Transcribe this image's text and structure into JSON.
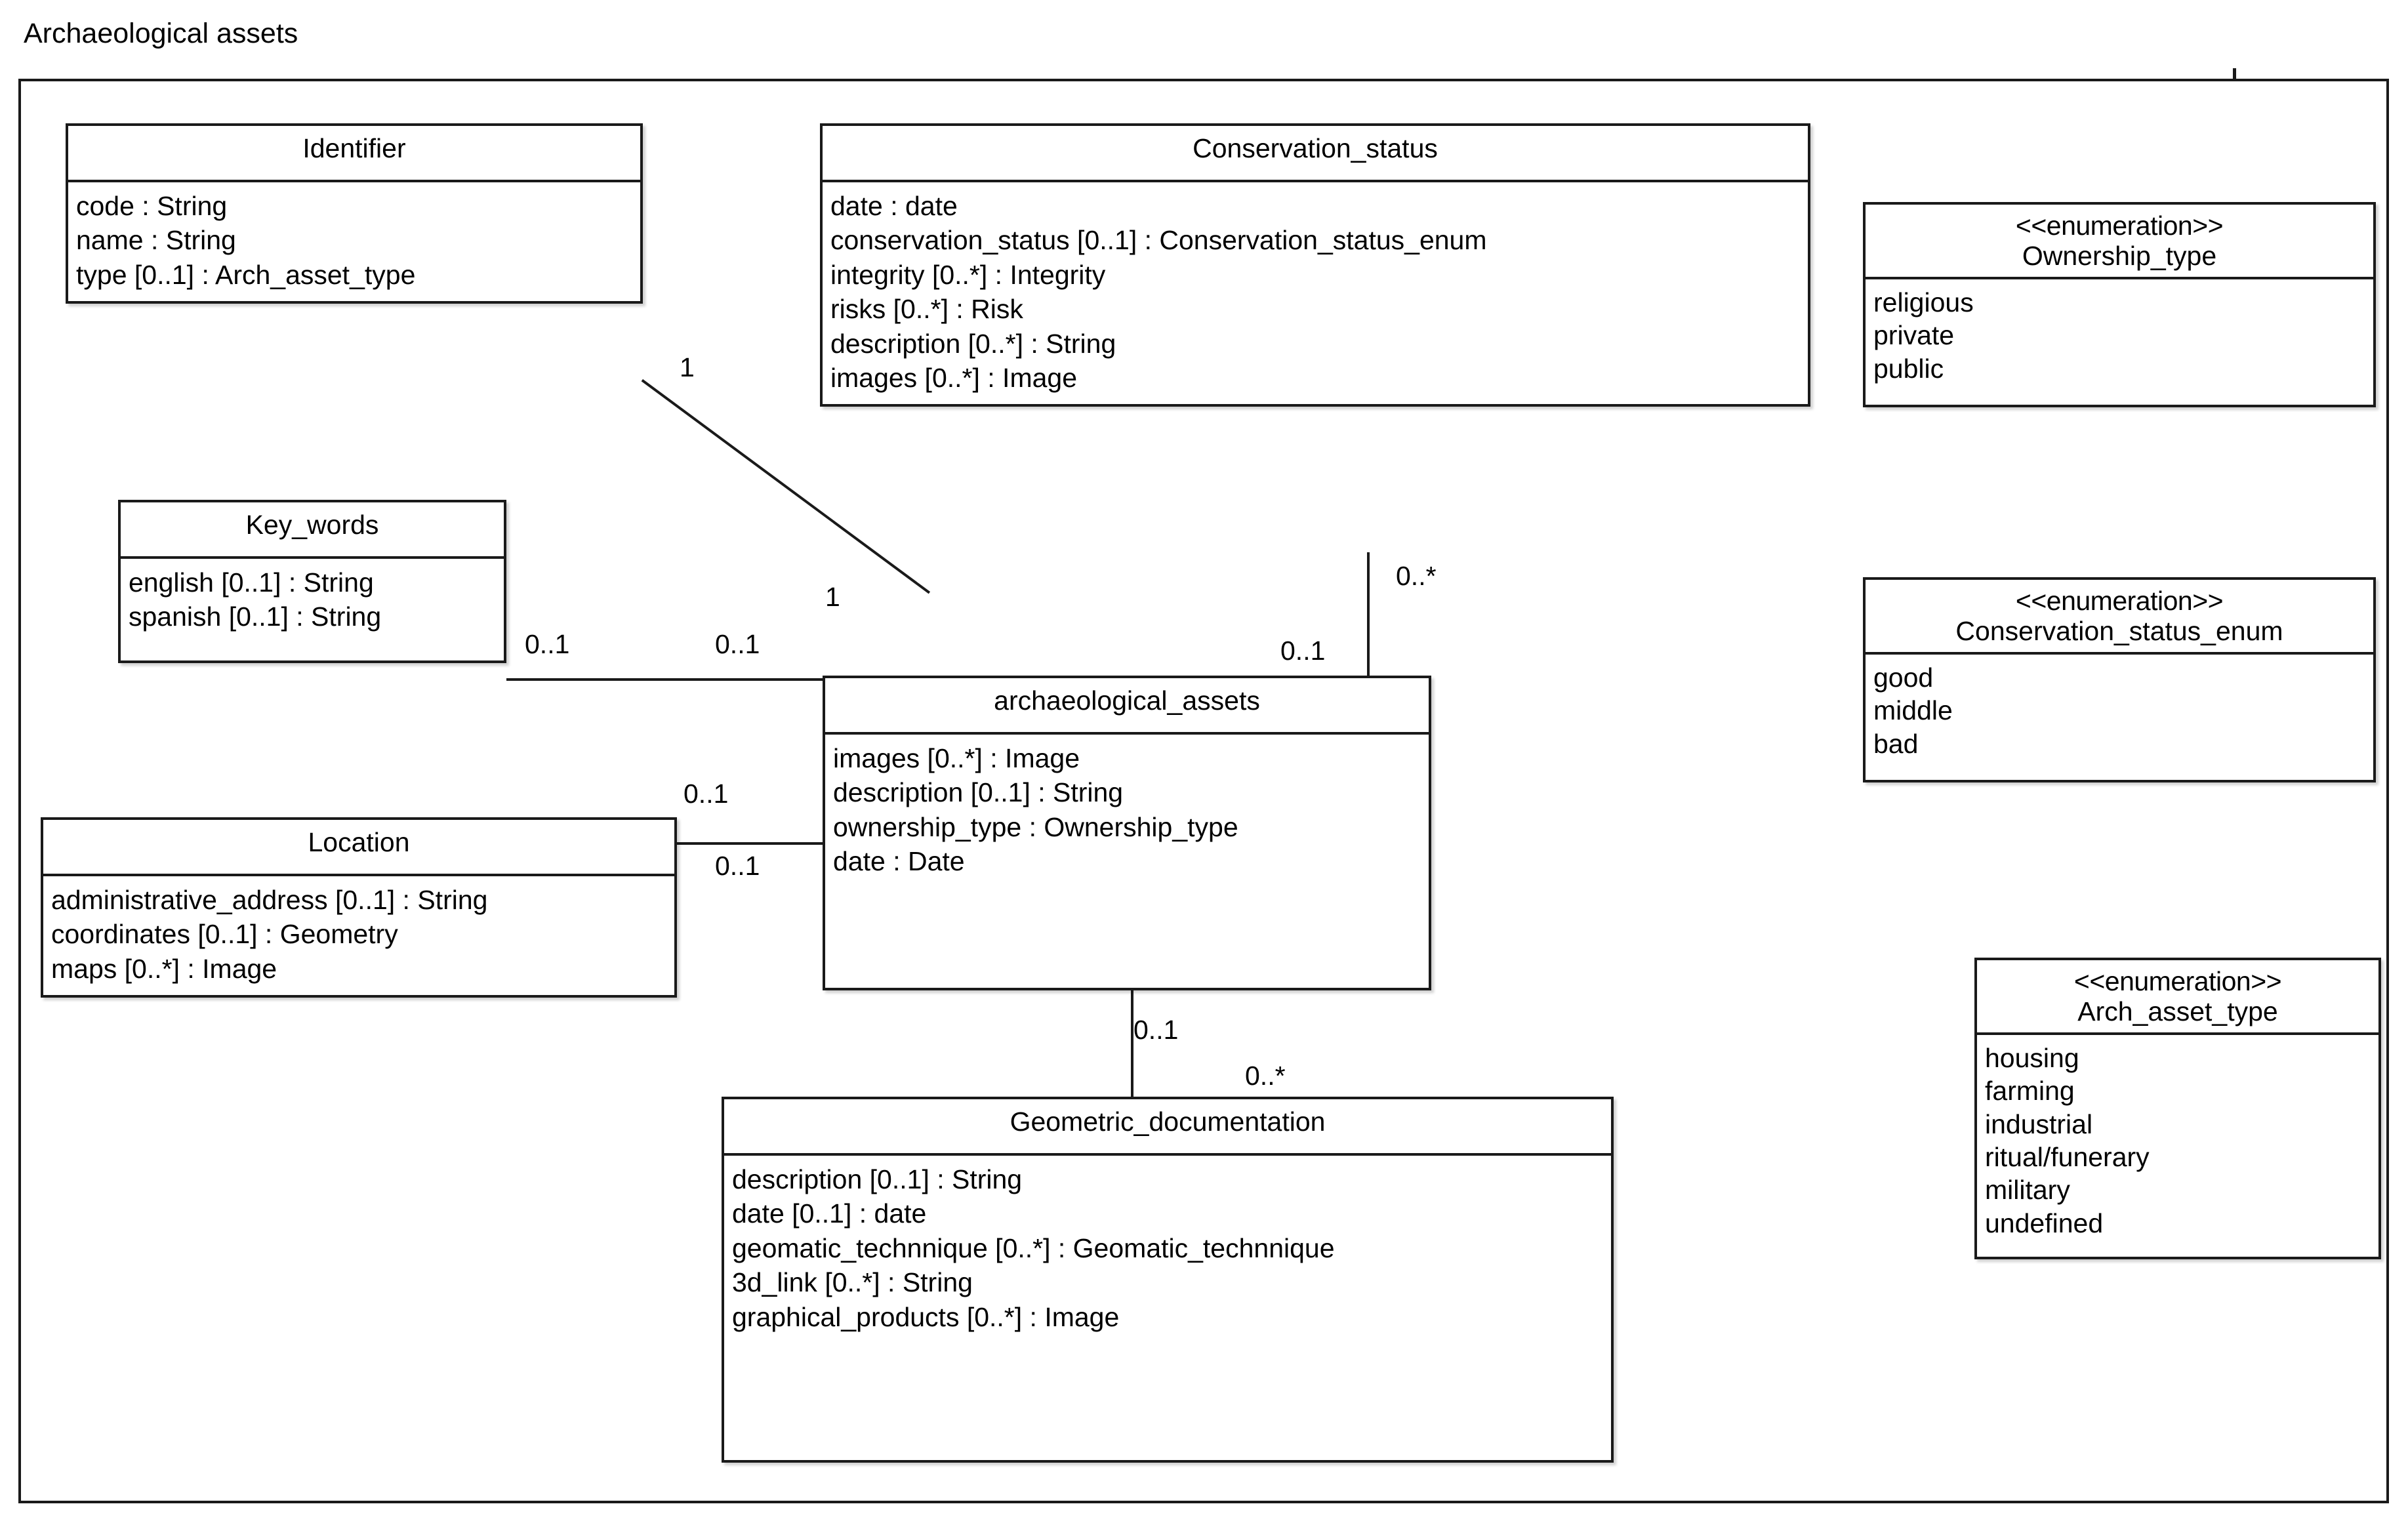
{
  "diagram": {
    "title": "Archaeological assets",
    "type": "uml-class-diagram",
    "classes": [
      {
        "id": "identifier",
        "name": "Identifier",
        "stereotype": "",
        "attributes": [
          "code : String",
          "name : String",
          "type [0..1] : Arch_asset_type"
        ]
      },
      {
        "id": "conservation_status",
        "name": "Conservation_status",
        "stereotype": "",
        "attributes": [
          "date : date",
          "conservation_status [0..1] : Conservation_status_enum",
          "integrity [0..*] : Integrity",
          "risks [0..*] : Risk",
          "description [0..*] : String",
          "images [0..*] : Image"
        ]
      },
      {
        "id": "key_words",
        "name": "Key_words",
        "stereotype": "",
        "attributes": [
          "english [0..1] : String",
          "spanish [0..1] : String"
        ]
      },
      {
        "id": "location",
        "name": "Location",
        "stereotype": "",
        "attributes": [
          "administrative_address [0..1] : String",
          "coordinates [0..1] : Geometry",
          "maps [0..*] : Image"
        ]
      },
      {
        "id": "archaeological_assets",
        "name": "archaeological_assets",
        "stereotype": "",
        "attributes": [
          "images [0..*] : Image",
          "description [0..1] : String",
          "ownership_type : Ownership_type",
          "date : Date"
        ]
      },
      {
        "id": "geometric_documentation",
        "name": "Geometric_documentation",
        "stereotype": "",
        "attributes": [
          "description [0..1] : String",
          "date [0..1] : date",
          "geomatic_technnique [0..*] : Geomatic_technnique",
          "3d_link [0..*] : String",
          "graphical_products [0..*] : Image"
        ]
      }
    ],
    "enumerations": [
      {
        "id": "ownership_type",
        "stereotype": "<<enumeration>>",
        "name": "Ownership_type",
        "literals": [
          "religious",
          "private",
          "public"
        ]
      },
      {
        "id": "conservation_status_enum",
        "stereotype": "<<enumeration>>",
        "name": "Conservation_status_enum",
        "literals": [
          "good",
          "middle",
          "bad"
        ]
      },
      {
        "id": "arch_asset_type",
        "stereotype": "<<enumeration>>",
        "name": "Arch_asset_type",
        "literals": [
          "housing",
          "farming",
          "industrial",
          "ritual/funerary",
          "military",
          "undefined"
        ]
      }
    ],
    "multiplicities": {
      "identifier_end": "1",
      "assets_end_identifier": "1",
      "keywords_end": "0..1",
      "assets_end_keywords": "0..1",
      "conservation_end": "0..*",
      "assets_end_conservation": "0..1",
      "location_end": "0..1",
      "assets_end_location": "0..1",
      "assets_end_geodoc": "0..1",
      "geodoc_end": "0..*"
    },
    "colors": {
      "line": "#1a1a1a",
      "background": "#ffffff",
      "text": "#000000"
    }
  }
}
